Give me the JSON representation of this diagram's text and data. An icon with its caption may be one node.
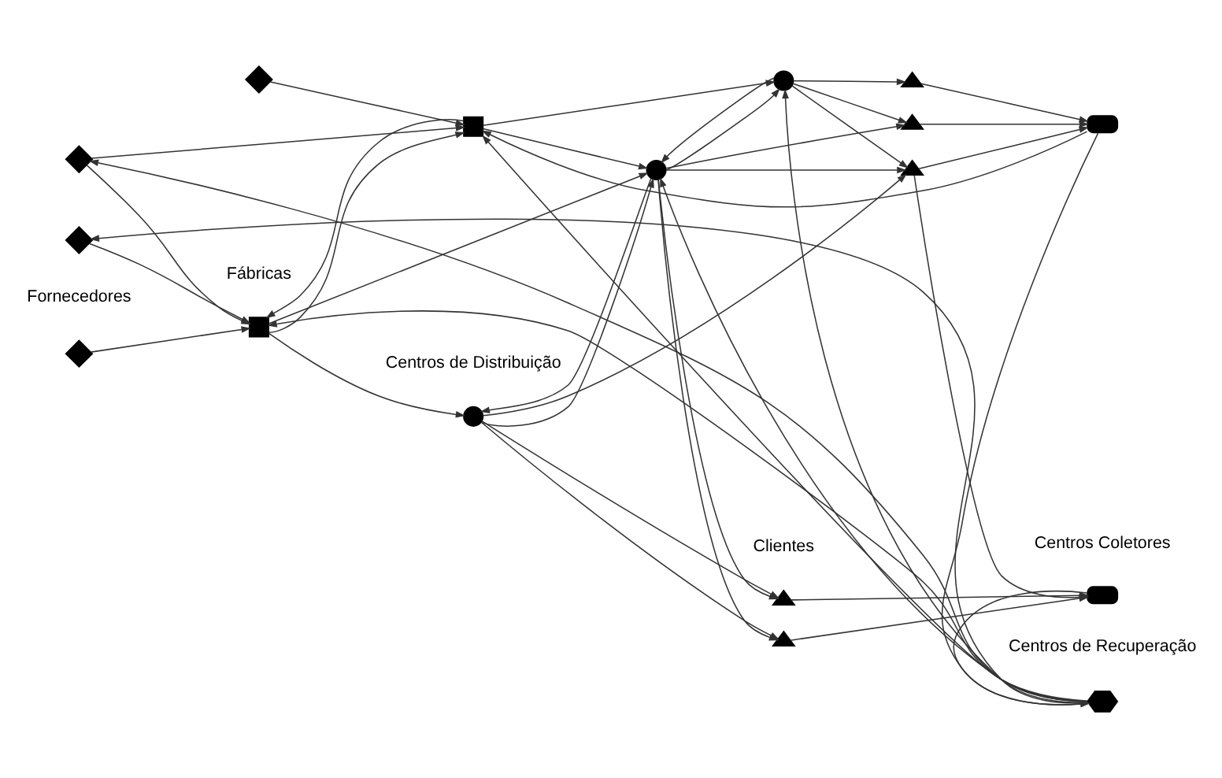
{
  "diagram": {
    "nodes": [
      {
        "text": [],
        "shape": "diamond"
      },
      {
        "text": [],
        "shape": "diamond"
      },
      {
        "text": [],
        "shape": "diamond"
      },
      {
        "text": [],
        "shape": "diamond"
      },
      {
        "text": [],
        "shape": "box"
      },
      {
        "text": [],
        "shape": "box"
      },
      {
        "text": [],
        "shape": "circle"
      },
      {
        "text": [],
        "shape": "circle"
      },
      {
        "text": [],
        "shape": "circle"
      },
      {
        "text": [],
        "shape": "triangle"
      },
      {
        "text": [],
        "shape": "triangle"
      },
      {
        "text": [],
        "shape": "triangle"
      },
      {
        "text": [],
        "shape": "triangle"
      },
      {
        "text": [],
        "shape": "triangle"
      },
      {
        "text": [],
        "shape": "hexagon"
      },
      {
        "text": [],
        "shape": "bar"
      },
      {
        "text": [],
        "shape": "bar"
      }
    ],
    "edges": [
      {
        "from": 0,
        "to": 4,
        "arrow": "to"
      },
      {
        "from": 1,
        "to": 4,
        "arrow": "to"
      },
      {
        "from": 2,
        "to": 5,
        "arrow": "to"
      },
      {
        "from": 3,
        "to": 4,
        "arrow": "to"
      },
      {
        "from": 3,
        "to": 5,
        "arrow": "to"
      },
      {
        "from": 4,
        "to": 5,
        "arrow": "to"
      },
      {
        "from": 5,
        "to": 4,
        "arrow": "to"
      },
      {
        "from": 4,
        "to": 6,
        "arrow": "to"
      },
      {
        "from": 4,
        "to": 7,
        "arrow": "to"
      },
      {
        "from": 5,
        "to": 7,
        "arrow": "to"
      },
      {
        "from": 5,
        "to": 8,
        "arrow": "to"
      },
      {
        "from": 6,
        "to": 7,
        "arrow": "to"
      },
      {
        "from": 7,
        "to": 6,
        "arrow": "to"
      },
      {
        "from": 7,
        "to": 8,
        "arrow": "to"
      },
      {
        "from": 8,
        "to": 7,
        "arrow": "to"
      },
      {
        "from": 6,
        "to": 9,
        "arrow": "to"
      },
      {
        "from": 6,
        "to": 10,
        "arrow": "to"
      },
      {
        "from": 6,
        "to": 11,
        "arrow": "to"
      },
      {
        "from": 7,
        "to": 9,
        "arrow": "to"
      },
      {
        "from": 7,
        "to": 10,
        "arrow": "to"
      },
      {
        "from": 7,
        "to": 11,
        "arrow": "to"
      },
      {
        "from": 7,
        "to": 12,
        "arrow": "to"
      },
      {
        "from": 8,
        "to": 11,
        "arrow": "to"
      },
      {
        "from": 8,
        "to": 12,
        "arrow": "to"
      },
      {
        "from": 8,
        "to": 13,
        "arrow": "to"
      },
      {
        "from": 9,
        "to": 16,
        "arrow": "to"
      },
      {
        "from": 10,
        "to": 16,
        "arrow": "to"
      },
      {
        "from": 11,
        "to": 15,
        "arrow": "to"
      },
      {
        "from": 11,
        "to": 16,
        "arrow": "to"
      },
      {
        "from": 12,
        "to": 15,
        "arrow": "to"
      },
      {
        "from": 13,
        "to": 15,
        "arrow": "to"
      },
      {
        "from": 15,
        "to": 14,
        "arrow": "to"
      },
      {
        "from": 16,
        "to": 14,
        "arrow": "to"
      },
      {
        "from": 15,
        "to": 5,
        "arrow": "to"
      },
      {
        "from": 14,
        "to": 3,
        "arrow": "to"
      },
      {
        "from": 14,
        "to": 1,
        "arrow": "to"
      },
      {
        "from": 14,
        "to": 4,
        "arrow": "to"
      },
      {
        "from": 14,
        "to": 5,
        "arrow": "to"
      },
      {
        "from": 14,
        "to": 7,
        "arrow": "to"
      },
      {
        "from": 14,
        "to": 8,
        "arrow": "to"
      }
    ],
    "labels": [
      "Fornecedores",
      "Fábricas",
      "Centros de Distribuição",
      "Clientes",
      "Centros de Recuperação",
      "Centros Coletores"
    ]
  }
}
